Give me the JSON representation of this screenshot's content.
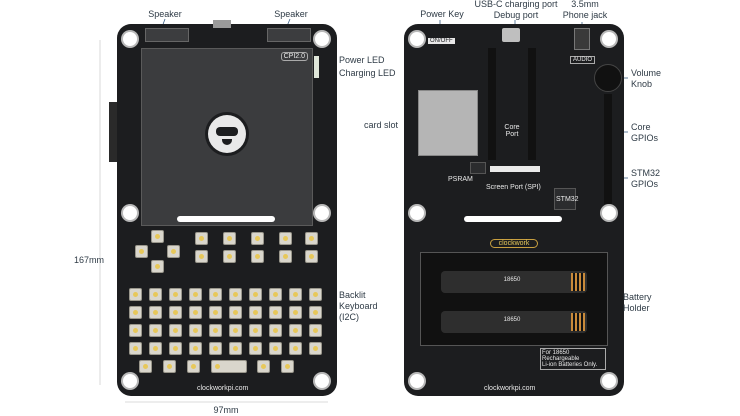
{
  "labels": {
    "speaker_left": "Speaker",
    "speaker_right": "Speaker",
    "power_led": "Power LED",
    "charging_led": "Charging LED",
    "dim_height": "167mm",
    "dim_width": "97mm",
    "backlit_keyboard": "Backlit\nKeyboard\n(I2C)",
    "power_key": "Power Key",
    "usbc_port": "USB-C charging port\nDebug port",
    "phone_jack": "3.5mm\nPhone jack",
    "volume_knob": "Volume\nKnob",
    "card_slot": "card slot",
    "core_gpios": "Core\nGPIOs",
    "stm32_gpios": "STM32\nGPIOs",
    "battery_holder": "Battery\nHolder"
  },
  "silkscreen": {
    "cpi_version": "CPI2.0",
    "brand_left": "clockworkpi.com",
    "brand_right": "clockworkpi.com",
    "clockwork": "clockwork",
    "core_port": "Core\nPort",
    "psram": "PSRAM",
    "screen_port": "Screen Port (SPI)",
    "stm32": "STM32",
    "battery_model_1": "18650",
    "battery_model_2": "18650",
    "on_off": "ON/OFF",
    "audio": "AUDIO",
    "battery_warning": "For 18650 Rechargeable\nLi-ion Batteries Only."
  },
  "colors": {
    "pcb": "#1c1d1f",
    "screen_bg": "#3b3c3e",
    "leader_line": "#3b5f86",
    "key_cap": "#d9d6cc",
    "battery_spring": "#c98a3a"
  }
}
